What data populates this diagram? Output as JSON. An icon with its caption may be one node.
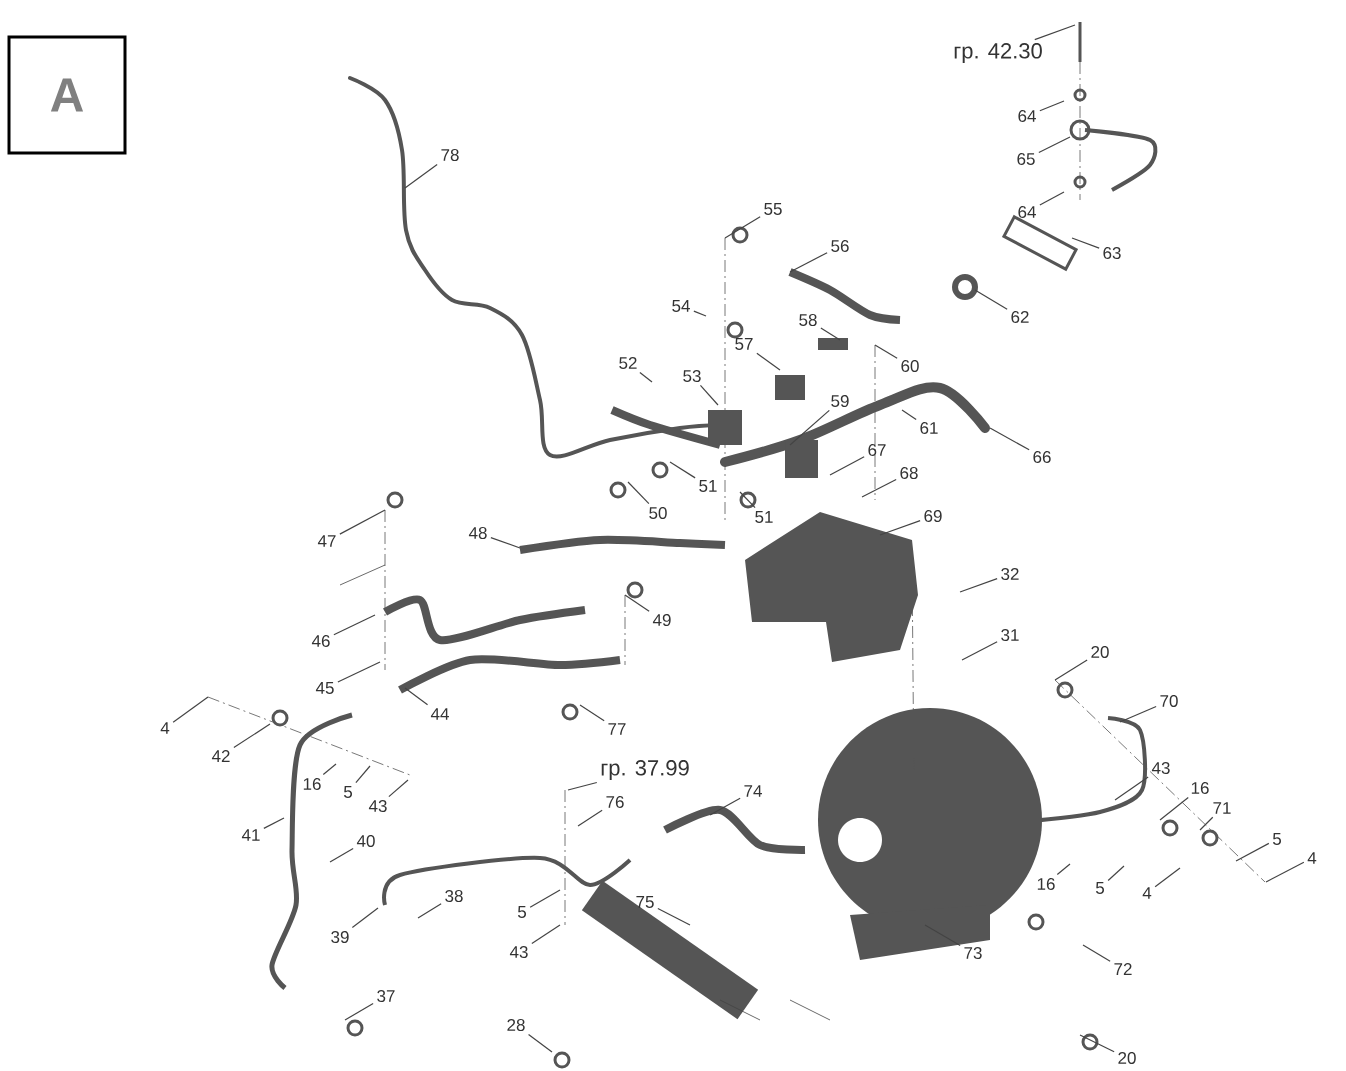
{
  "diagram": {
    "nodes": [
      {
        "text": [
          "A"
        ]
      },
      {
        "text": [
          "гр. 42.30"
        ]
      },
      {
        "text": [
          "64"
        ]
      },
      {
        "text": [
          "78"
        ]
      },
      {
        "text": [
          "65"
        ]
      },
      {
        "text": [
          "55"
        ]
      },
      {
        "text": [
          "64"
        ]
      },
      {
        "text": [
          "56"
        ]
      },
      {
        "text": [
          "63"
        ]
      },
      {
        "text": [
          "54"
        ]
      },
      {
        "text": [
          "62"
        ]
      },
      {
        "text": [
          "58"
        ]
      },
      {
        "text": [
          "57"
        ]
      },
      {
        "text": [
          "60"
        ]
      },
      {
        "text": [
          "52"
        ]
      },
      {
        "text": [
          "53"
        ]
      },
      {
        "text": [
          "59"
        ]
      },
      {
        "text": [
          "61"
        ]
      },
      {
        "text": [
          "66"
        ]
      },
      {
        "text": [
          "67"
        ]
      },
      {
        "text": [
          "68"
        ]
      },
      {
        "text": [
          "51"
        ]
      },
      {
        "text": [
          "51"
        ]
      },
      {
        "text": [
          "50"
        ]
      },
      {
        "text": [
          "69"
        ]
      },
      {
        "text": [
          "47"
        ]
      },
      {
        "text": [
          "48"
        ]
      },
      {
        "text": [
          "32"
        ]
      },
      {
        "text": [
          "49"
        ]
      },
      {
        "text": [
          "46"
        ]
      },
      {
        "text": [
          "31"
        ]
      },
      {
        "text": [
          "20"
        ]
      },
      {
        "text": [
          "45"
        ]
      },
      {
        "text": [
          "70"
        ]
      },
      {
        "text": [
          "44"
        ]
      },
      {
        "text": [
          "77"
        ]
      },
      {
        "text": [
          "4"
        ]
      },
      {
        "text": [
          "42"
        ]
      },
      {
        "text": [
          "43"
        ]
      },
      {
        "text": [
          "16"
        ]
      },
      {
        "text": [
          "5"
        ]
      },
      {
        "text": [
          "43"
        ]
      },
      {
        "text": [
          "гр. 37.99"
        ]
      },
      {
        "text": [
          "76"
        ]
      },
      {
        "text": [
          "74"
        ]
      },
      {
        "text": [
          "16"
        ]
      },
      {
        "text": [
          "71"
        ]
      },
      {
        "text": [
          "41"
        ]
      },
      {
        "text": [
          "40"
        ]
      },
      {
        "text": [
          "5"
        ]
      },
      {
        "text": [
          "4"
        ]
      },
      {
        "text": [
          "16"
        ]
      },
      {
        "text": [
          "5"
        ]
      },
      {
        "text": [
          "4"
        ]
      },
      {
        "text": [
          "38"
        ]
      },
      {
        "text": [
          "5"
        ]
      },
      {
        "text": [
          "75"
        ]
      },
      {
        "text": [
          "39"
        ]
      },
      {
        "text": [
          "43"
        ]
      },
      {
        "text": [
          "73"
        ]
      },
      {
        "text": [
          "72"
        ]
      },
      {
        "text": [
          "37"
        ]
      },
      {
        "text": [
          "28"
        ]
      },
      {
        "text": [
          "20"
        ]
      }
    ],
    "edges": [
      {
        "from": 1,
        "to": null,
        "arrow": "none"
      },
      {
        "from": 2,
        "to": null,
        "arrow": "none"
      },
      {
        "from": 3,
        "to": null,
        "arrow": "none"
      },
      {
        "from": 4,
        "to": null,
        "arrow": "none"
      },
      {
        "from": 5,
        "to": null,
        "arrow": "none"
      },
      {
        "from": 6,
        "to": null,
        "arrow": "none"
      },
      {
        "from": 7,
        "to": null,
        "arrow": "none"
      },
      {
        "from": 8,
        "to": null,
        "arrow": "none"
      },
      {
        "from": 9,
        "to": null,
        "arrow": "none"
      },
      {
        "from": 10,
        "to": null,
        "arrow": "none"
      },
      {
        "from": 11,
        "to": null,
        "arrow": "none"
      },
      {
        "from": 12,
        "to": null,
        "arrow": "none"
      },
      {
        "from": 13,
        "to": null,
        "arrow": "none"
      },
      {
        "from": 14,
        "to": null,
        "arrow": "none"
      },
      {
        "from": 15,
        "to": null,
        "arrow": "none"
      },
      {
        "from": 16,
        "to": null,
        "arrow": "none"
      },
      {
        "from": 17,
        "to": null,
        "arrow": "none"
      },
      {
        "from": 18,
        "to": null,
        "arrow": "none"
      },
      {
        "from": 19,
        "to": null,
        "arrow": "none"
      },
      {
        "from": 20,
        "to": null,
        "arrow": "none"
      },
      {
        "from": 21,
        "to": null,
        "arrow": "none"
      },
      {
        "from": 22,
        "to": null,
        "arrow": "none"
      },
      {
        "from": 23,
        "to": null,
        "arrow": "none"
      },
      {
        "from": 24,
        "to": null,
        "arrow": "none"
      },
      {
        "from": 25,
        "to": null,
        "arrow": "none"
      },
      {
        "from": 26,
        "to": null,
        "arrow": "none"
      },
      {
        "from": 27,
        "to": null,
        "arrow": "none"
      },
      {
        "from": 28,
        "to": null,
        "arrow": "none"
      },
      {
        "from": 29,
        "to": null,
        "arrow": "none"
      },
      {
        "from": 30,
        "to": null,
        "arrow": "none"
      },
      {
        "from": 31,
        "to": null,
        "arrow": "none"
      },
      {
        "from": 32,
        "to": null,
        "arrow": "none"
      },
      {
        "from": 33,
        "to": null,
        "arrow": "none"
      },
      {
        "from": 34,
        "to": null,
        "arrow": "none"
      },
      {
        "from": 35,
        "to": null,
        "arrow": "none"
      },
      {
        "from": 36,
        "to": null,
        "arrow": "none"
      },
      {
        "from": 37,
        "to": null,
        "arrow": "none"
      },
      {
        "from": 38,
        "to": null,
        "arrow": "none"
      },
      {
        "from": 39,
        "to": null,
        "arrow": "none"
      },
      {
        "from": 40,
        "to": null,
        "arrow": "none"
      },
      {
        "from": 41,
        "to": null,
        "arrow": "none"
      },
      {
        "from": 42,
        "to": null,
        "arrow": "none"
      },
      {
        "from": 43,
        "to": null,
        "arrow": "none"
      },
      {
        "from": 44,
        "to": null,
        "arrow": "none"
      },
      {
        "from": 45,
        "to": null,
        "arrow": "none"
      },
      {
        "from": 46,
        "to": null,
        "arrow": "none"
      },
      {
        "from": 47,
        "to": null,
        "arrow": "none"
      },
      {
        "from": 48,
        "to": null,
        "arrow": "none"
      },
      {
        "from": 49,
        "to": null,
        "arrow": "none"
      },
      {
        "from": 50,
        "to": null,
        "arrow": "none"
      },
      {
        "from": 51,
        "to": null,
        "arrow": "none"
      },
      {
        "from": 52,
        "to": null,
        "arrow": "none"
      },
      {
        "from": 53,
        "to": null,
        "arrow": "none"
      },
      {
        "from": 54,
        "to": null,
        "arrow": "none"
      },
      {
        "from": 55,
        "to": null,
        "arrow": "none"
      },
      {
        "from": 56,
        "to": null,
        "arrow": "none"
      },
      {
        "from": 57,
        "to": null,
        "arrow": "none"
      },
      {
        "from": 58,
        "to": null,
        "arrow": "none"
      },
      {
        "from": 59,
        "to": null,
        "arrow": "none"
      },
      {
        "from": 60,
        "to": null,
        "arrow": "none"
      },
      {
        "from": 61,
        "to": null,
        "arrow": "none"
      },
      {
        "from": 62,
        "to": null,
        "arrow": "none"
      },
      {
        "from": 63,
        "to": null,
        "arrow": "none"
      }
    ]
  }
}
